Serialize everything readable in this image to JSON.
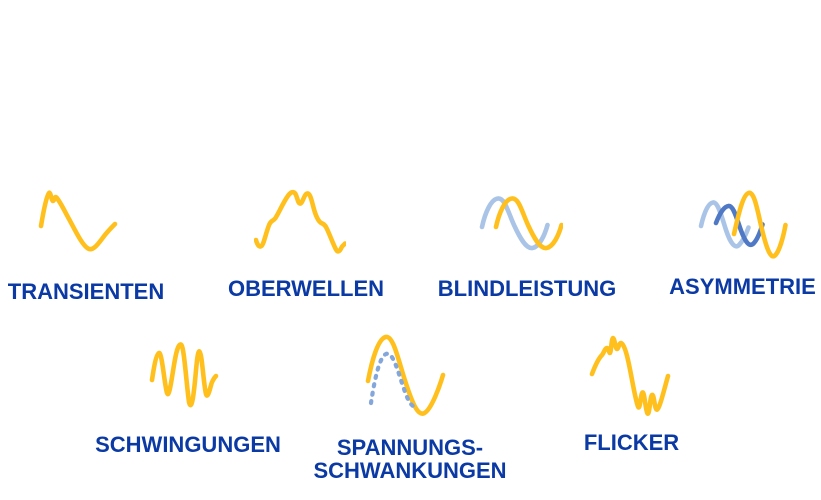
{
  "colors": {
    "label_blue": "#0B3AA5",
    "wave_yellow": "#FFC01E",
    "wave_light_blue": "#A9C4E6",
    "wave_medium_blue": "#4F79C4",
    "wave_dashed_blue": "#84A7DB",
    "background": "#FFFFFF"
  },
  "items": [
    {
      "label": "TRANSIENTEN",
      "icon": "transient-spike-wave-icon"
    },
    {
      "label": "OBERWELLEN",
      "icon": "harmonics-wave-icon"
    },
    {
      "label": "BLINDLEISTUNG",
      "icon": "phase-shifted-waves-icon"
    },
    {
      "label": "ASYMMETRIE",
      "icon": "asymmetry-three-waves-icon"
    },
    {
      "label": "SCHWINGUNGEN",
      "icon": "oscillation-wave-icon"
    },
    {
      "label_lines": [
        "SPANNUNGS-",
        "SCHWANKUNGEN"
      ],
      "icon": "voltage-fluctuation-wave-icon"
    },
    {
      "label": "FLICKER",
      "icon": "flicker-wave-icon"
    }
  ]
}
